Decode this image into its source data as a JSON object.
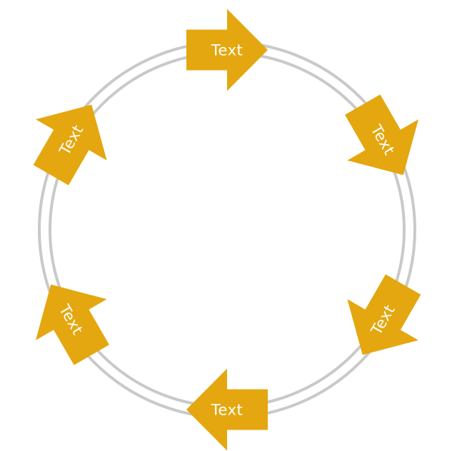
{
  "diagram": {
    "type": "circular-arrows-cycle",
    "direction": "clockwise",
    "arrow_count": 6
  },
  "rings": {
    "count": 2,
    "stroke_color": "#c9c9c9"
  },
  "arrows": [
    {
      "label": "Text",
      "position": "top",
      "angle_deg": 0
    },
    {
      "label": "Text",
      "position": "upper-right",
      "angle_deg": 60
    },
    {
      "label": "Text",
      "position": "lower-right",
      "angle_deg": 120
    },
    {
      "label": "Text",
      "position": "bottom",
      "angle_deg": 180
    },
    {
      "label": "Text",
      "position": "lower-left",
      "angle_deg": 240
    },
    {
      "label": "Text",
      "position": "upper-left",
      "angle_deg": 300
    }
  ],
  "colors": {
    "arrow_fill": "#e4a70f",
    "ring_stroke": "#c9c9c9",
    "label_text": "#ffffff",
    "background": "#ffffff"
  }
}
